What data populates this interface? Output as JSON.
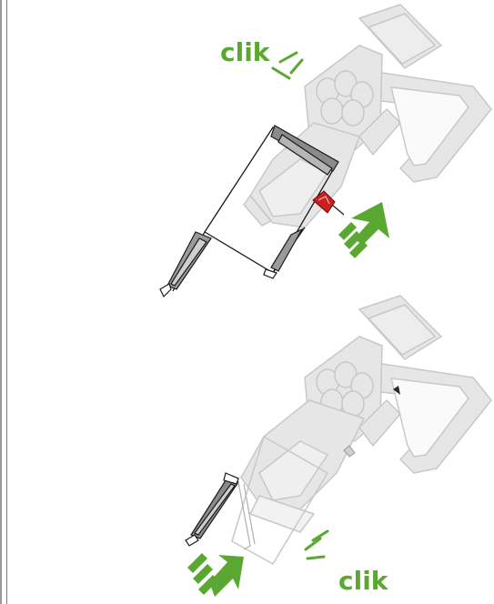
{
  "page": {
    "panel1": {
      "sound_label": "clik"
    },
    "panel2": {
      "sound_label": "clik"
    }
  },
  "colors": {
    "accent_green": "#5aa832",
    "highlight_red": "#cc1f1f",
    "vacuum_fill": "#e2e2e2",
    "vacuum_line": "#c4c4c4",
    "outline_dark": "#1a1a1a",
    "bin_dark": "#555555"
  },
  "icons": [
    "vacuum-illustration",
    "green-arrow-icon",
    "red-bin-release-button",
    "motion-line-icon"
  ]
}
